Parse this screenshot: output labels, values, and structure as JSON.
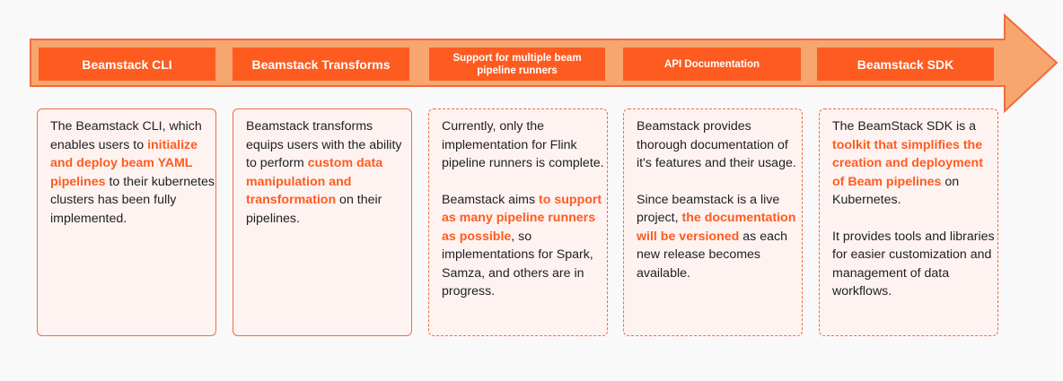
{
  "colors": {
    "arrow_fill": "#f6a66e",
    "arrow_stroke": "#f36b3e",
    "stage_box": "#fe5b21",
    "highlight": "#fe5b21",
    "card_border": "#f36b3e",
    "card_fill": "#fef3f0",
    "background": "#f9f9f9"
  },
  "stages": [
    {
      "label": "Beamstack CLI"
    },
    {
      "label": "Beamstack Transforms"
    },
    {
      "label": "Support for multiple beam pipeline runners"
    },
    {
      "label": "API Documentation"
    },
    {
      "label": "Beamstack SDK"
    }
  ],
  "cards": [
    {
      "border": "solid",
      "paragraphs": [
        [
          {
            "text": "The Beamstack CLI, which enables users to "
          },
          {
            "text": "initialize and deploy beam YAML pipelines",
            "hl": true
          },
          {
            "text": " to their kubernetes clusters has been fully implemented."
          }
        ]
      ]
    },
    {
      "border": "solid",
      "paragraphs": [
        [
          {
            "text": "Beamstack transforms equips users with the ability to perform "
          },
          {
            "text": "custom data manipulation and transformation",
            "hl": true
          },
          {
            "text": " on their pipelines."
          }
        ]
      ]
    },
    {
      "border": "dashed",
      "paragraphs": [
        [
          {
            "text": "Currently, only the implementation for Flink pipeline runners is complete."
          }
        ],
        [
          {
            "text": "Beamstack aims "
          },
          {
            "text": "to support as many pipeline runners as possible",
            "hl": true
          },
          {
            "text": ", so implementations for Spark, Samza, and others are in progress."
          }
        ]
      ]
    },
    {
      "border": "dashed",
      "paragraphs": [
        [
          {
            "text": "Beamstack provides thorough documentation of it's features and their usage."
          }
        ],
        [
          {
            "text": "Since beamstack is a live project, "
          },
          {
            "text": "the documentation will be versioned",
            "hl": true
          },
          {
            "text": " as each new release becomes available."
          }
        ]
      ]
    },
    {
      "border": "dashed",
      "paragraphs": [
        [
          {
            "text": "The BeamStack SDK is a "
          },
          {
            "text": "toolkit that simplifies the creation and deployment of Beam pipelines",
            "hl": true
          },
          {
            "text": " on Kubernetes."
          }
        ],
        [
          {
            "text": "It provides tools and libraries for easier customization and management of data workflows."
          }
        ]
      ]
    }
  ]
}
